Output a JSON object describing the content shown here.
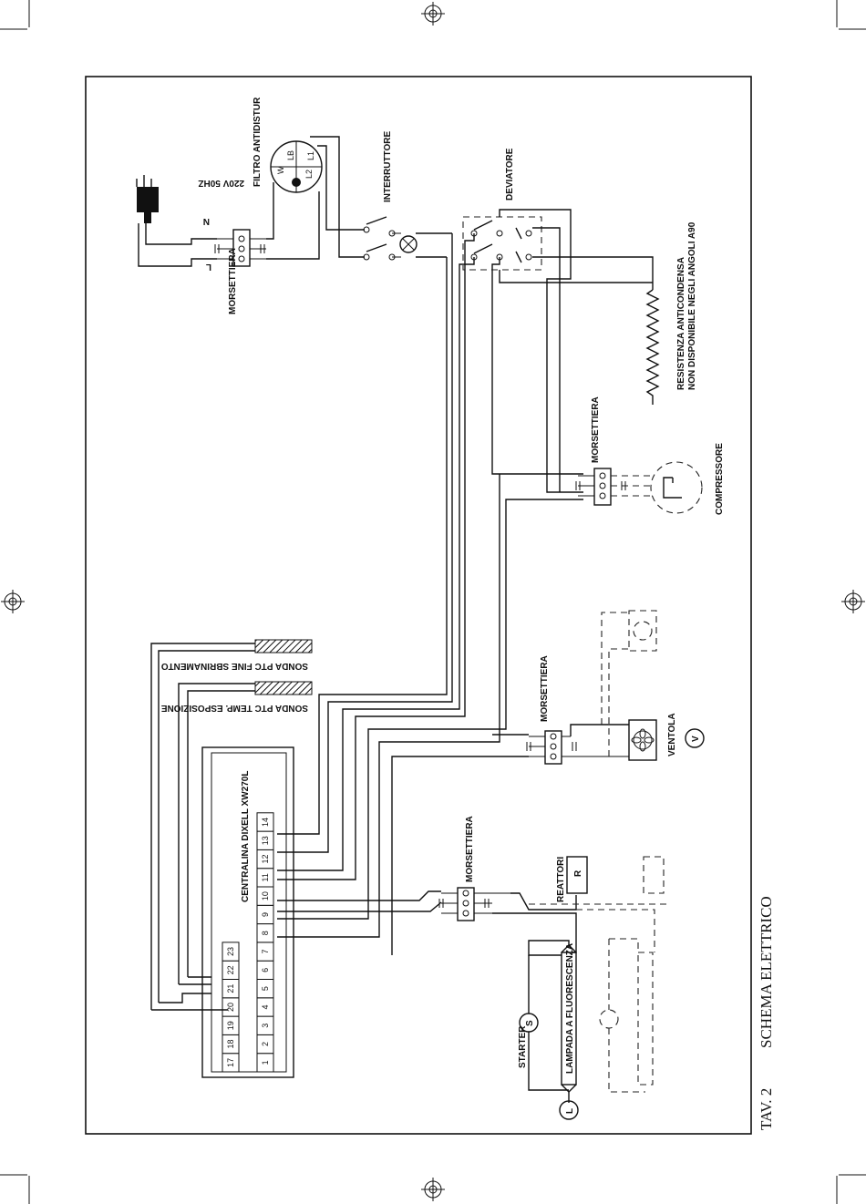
{
  "page": {
    "tav": "TAV. 2",
    "title": "SCHEMA ELETTRICO"
  },
  "labels": {
    "filtro": "FILTRO ANTIDISTUR",
    "voltage": "220V 50HZ",
    "n": "N",
    "l": "L",
    "morsettiera": "MORSETTIERA",
    "interruttore": "INTERRUTTORE",
    "deviatore": "DEVIATORE",
    "resistenza1": "RESISTENZA ANTICONDENSA",
    "resistenza2": "NON DISPONIBILE NEGLI ANGOLI A90",
    "compressore": "COMPRESSORE",
    "sonda1": "SONDA PTC FINE SBRINAMENTO",
    "sonda2": "SONDA PTC TEMP. ESPOSIZIONE",
    "centralina": "CENTRALINA DIXELL XW270L",
    "ventola": "VENTOLA",
    "v": "V",
    "reattori": "REATTORI",
    "r": "R",
    "starter": "STARTER",
    "s": "S",
    "lampada": "LAMPADA A FLUORESCENZA",
    "lamp_l": "L",
    "filter_terms": [
      "W",
      "LB",
      "L1",
      "L2"
    ]
  },
  "terminals": {
    "bottom_row": [
      "1",
      "2",
      "3",
      "4",
      "5",
      "6",
      "7",
      "8",
      "9",
      "10",
      "11",
      "12",
      "13",
      "14"
    ],
    "top_row": [
      "17",
      "18",
      "19",
      "20",
      "21",
      "22",
      "23"
    ]
  }
}
